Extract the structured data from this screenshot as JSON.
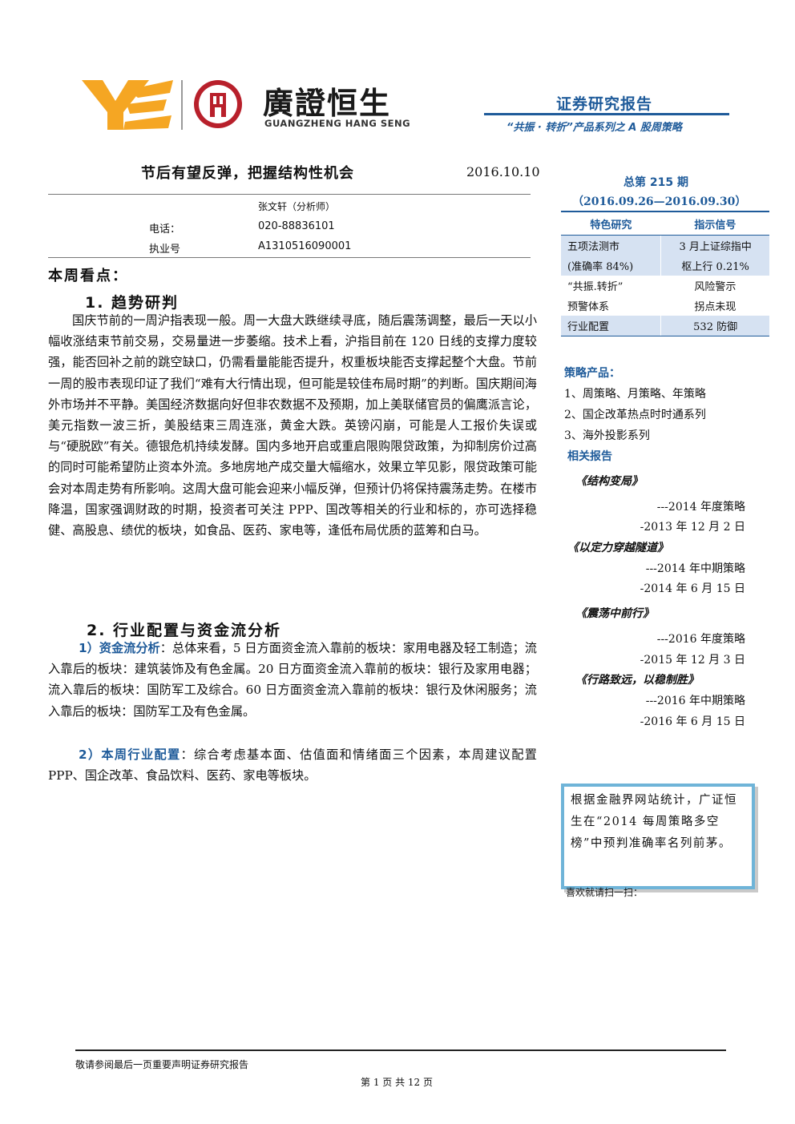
{
  "header": {
    "logo_cn": "廣證恒生",
    "logo_en": "GUANGZHENG HANG SENG",
    "report_type": "证券研究报告",
    "series": "“共振 · 转折”产品系列之 A 股周策略"
  },
  "title": {
    "main": "节后有望反弹，把握结构性机会",
    "date": "2016.10.10"
  },
  "analyst": {
    "name": "张文轩（分析师）",
    "phone_label": "电话：",
    "phone": "020-88836101",
    "license_label": "执业号",
    "license": "A1310516090001"
  },
  "body": {
    "section_main": "本周看点：",
    "h1": "1. 趋势研判",
    "p1": "国庆节前的一周沪指表现一般。周一大盘大跌继续寻底，随后震荡调整，最后一天以小幅收涨结束节前交易，交易量进一步萎缩。技术上看，沪指目前在 120 日线的支撑力度较强，能否回补之前的跳空缺口，仍需看量能能否提升，权重板块能否支撑起整个大盘。节前一周的股市表现印证了我们“难有大行情出现，但可能是较佳布局时期”的判断。国庆期间海外市场并不平静。美国经济数据向好但非农数据不及预期，加上美联储官员的偏鹰派言论，美元指数一波三折，美股结束三周连涨，黄金大跌。英镑闪崩，可能是人工报价失误或与“硬脱欧”有关。德银危机持续发酵。国内多地开启或重启限购限贷政策，为抑制房价过高的同时可能希望防止资本外流。多地房地产成交量大幅缩水，效果立竿见影，限贷政策可能会对本周走势有所影响。这周大盘可能会迎来小幅反弹，但预计仍将保持震荡走势。在楼市降温，国家强调财政的时期，投资者可关注 PPP、国改等相关的行业和标的，亦可选择稳健、高股息、绩优的板块，如食品、医药、家电等，逢低布局优质的蓝筹和白马。",
    "h2": "2. 行业配置与资金流分析",
    "p2_label": "1）资金流分析",
    "p2_text": "：总体来看，5 日方面资金流入靠前的板块：家用电器及轻工制造；流入靠后的板块：建筑装饰及有色金属。20 日方面资金流入靠前的板块：银行及家用电器；流入靠后的板块：国防军工及综合。60 日方面资金流入靠前的板块：银行及休闲服务；流入靠后的板块：国防军工及有色金属。",
    "p3_label": "2）本周行业配置",
    "p3_text": "：综合考虑基本面、估值面和情绪面三个因素，本周建议配置 PPP、国企改革、食品饮料、医药、家电等板块。"
  },
  "sidebar": {
    "issue": "总第 215 期",
    "period": "（2016.09.26—2016.09.30）",
    "table_headers": [
      "特色研究",
      "指示信号"
    ],
    "table_rows": [
      {
        "left": "五项法测市",
        "right": "3 月上证综指中"
      },
      {
        "left": "(准确率 84%)",
        "right": "枢上行 0.21%"
      },
      {
        "left": "“共振.转折”",
        "right": "风险警示"
      },
      {
        "left": "预警体系",
        "right": "拐点未现"
      },
      {
        "left": "行业配置",
        "right": "532 防御"
      }
    ],
    "strategy_head": "策略产品：",
    "strategy_items": [
      "1、周策略、月策略、年策略",
      "2、国企改革热点时时通系列",
      "3、海外投影系列"
    ],
    "related_head": "相关报告",
    "related": [
      {
        "title": "《结构变局》",
        "sub1": "---2014 年度策略",
        "sub2": "-2013 年 12 月 2 日"
      },
      {
        "title": "《以定力穿越隧道》",
        "sub1": "---2014 年中期策略",
        "sub2": "-2014 年 6 月 15 日"
      },
      {
        "title": "《震荡中前行》",
        "sub1": "---2016 年度策略",
        "sub2": "-2015 年 12 月 3 日"
      },
      {
        "title": "《行路致远，以稳制胜》",
        "sub1": "---2016 年中期策略",
        "sub2": "-2016 年 6 月 15 日"
      }
    ],
    "stat_box": "根据金融界网站统计，广证恒生在“2014 每周策略多空榜”中预判准确率名列前茅。",
    "scan": "喜欢就请扫一扫："
  },
  "footer": {
    "note": "敬请参阅最后一页重要声明证券研究报告",
    "page": "第 1 页 共 12 页"
  },
  "colors": {
    "brand_blue": "#1f5b9a",
    "logo_yellow": "#f5a623",
    "logo_red": "#b8202b",
    "table_shade": "#d6e2f2",
    "box_border": "#6fb4d8"
  }
}
